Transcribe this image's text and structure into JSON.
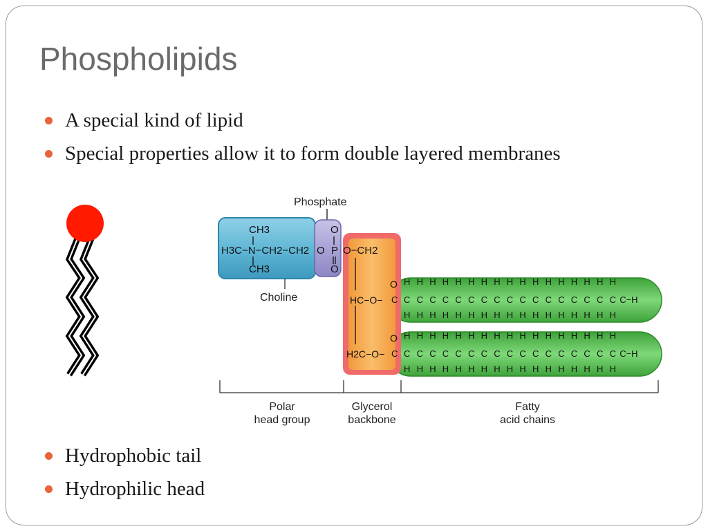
{
  "slide": {
    "title": "Phospholipids",
    "bullets_top": [
      "A special kind of lipid",
      "Special properties allow it to form double layered membranes"
    ],
    "bullets_bottom": [
      "Hydrophobic tail",
      "Hydrophilic head"
    ],
    "bullet_color": "#e8643a"
  },
  "diagram": {
    "labels": {
      "phosphate": "Phosphate",
      "choline": "Choline",
      "polar_head_1": "Polar",
      "polar_head_2": "head group",
      "glycerol_1": "Glycerol",
      "glycerol_2": "backbone",
      "fatty_1": "Fatty",
      "fatty_2": "acid chains"
    },
    "formula": {
      "choline_main": "H3C−N−CH2−CH2",
      "ch3": "CH3",
      "o": "O",
      "p": "P",
      "o_bridge": "O",
      "backbone_ch2": "O−CH2",
      "hc_o": "HC−O−",
      "h2c_o": "H2C−O−",
      "chain_h": "H",
      "chain_c": "C",
      "chain_end": "C−H"
    },
    "colors": {
      "choline_fill": "#62b8d6",
      "phosphate_fill": "#a9a4d6",
      "glycerol_fill": "#f4a64c",
      "glycerol_outer": "#f06a6a",
      "chain_fill": "#5fc65a",
      "head_icon": "#ff1a00"
    }
  }
}
